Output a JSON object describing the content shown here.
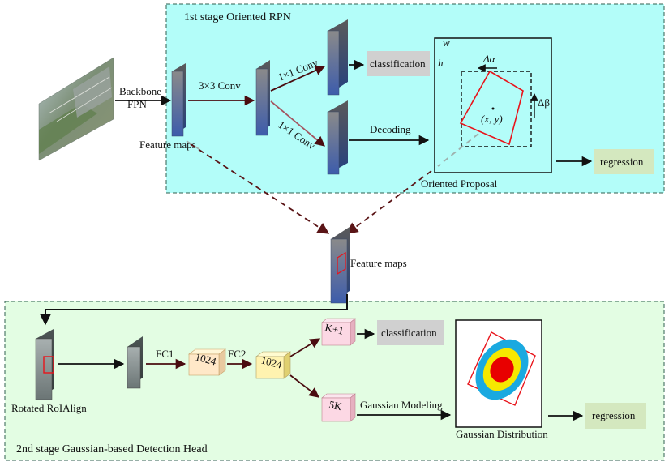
{
  "stage1": {
    "title": "1st stage Oriented RPN",
    "conv3": "3×3 Conv",
    "conv1_top": "1×1 Conv",
    "conv1_bottom": "1×1 Conv",
    "classification": "classification",
    "decoding": "Decoding",
    "regression": "regression",
    "oriented_proposal": "Oriented Proposal",
    "w": "w",
    "h": "h",
    "delta_alpha": "Δα",
    "delta_beta": "Δβ",
    "center": "(x, y)",
    "feature_maps": "Feature maps"
  },
  "input": {
    "backbone": "Backbone",
    "fpn": "FPN"
  },
  "middle": {
    "feature_maps": "Feature maps"
  },
  "stage2": {
    "title": "2nd stage Gaussian-based Detection Head",
    "roialign": "Rotated RoIAlign",
    "fc1": "FC1",
    "fc2": "FC2",
    "fc1_dim": "1024",
    "fc2_dim": "1024",
    "cls_dim": "K+1",
    "reg_dim": "5K",
    "classification": "classification",
    "gaussian_modeling": "Gaussian Modeling",
    "gaussian_distribution": "Gaussian Distribution",
    "regression": "regression"
  },
  "colors": {
    "stage1_bg": "#b3fdf9",
    "stage2_bg": "#e3fde3",
    "cls_box": "#d0d0d0",
    "reg_box": "#d4e8bf",
    "feature_map_top": "#7e7e7e",
    "feature_map_bottom": "#3a5aa8",
    "proposal_red": "#e8141b",
    "dashed_arrow": "#5a1416"
  }
}
